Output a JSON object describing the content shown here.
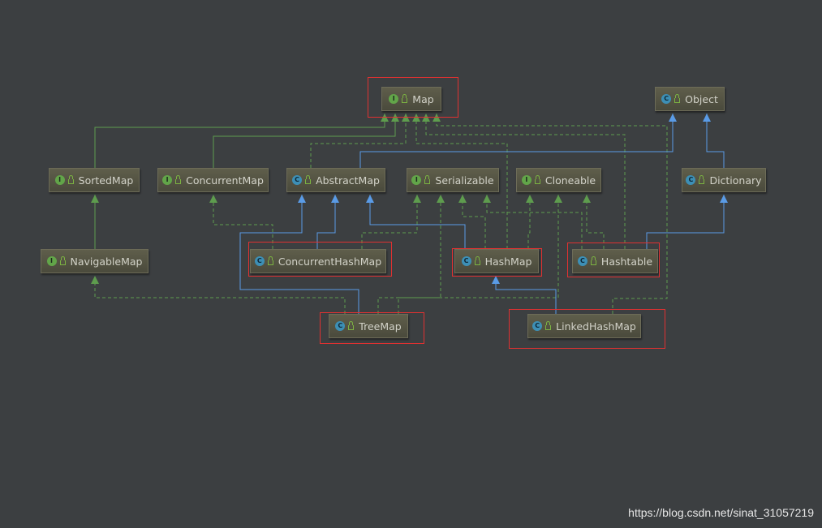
{
  "colors": {
    "background": "#3c3f41",
    "extends_line": "#5a9be6",
    "implements_line": "#5e9c4e",
    "highlight": "#e03131"
  },
  "nodes": [
    {
      "id": "map",
      "label": "Map",
      "kind": "interface",
      "icon": "interface-icon"
    },
    {
      "id": "object",
      "label": "Object",
      "kind": "class",
      "icon": "class-icon"
    },
    {
      "id": "sortedmap",
      "label": "SortedMap",
      "kind": "interface",
      "icon": "interface-icon"
    },
    {
      "id": "concurrentmap",
      "label": "ConcurrentMap",
      "kind": "interface",
      "icon": "interface-icon"
    },
    {
      "id": "abstractmap",
      "label": "AbstractMap",
      "kind": "class",
      "icon": "abstract-class-icon"
    },
    {
      "id": "serializable",
      "label": "Serializable",
      "kind": "interface",
      "icon": "interface-icon"
    },
    {
      "id": "cloneable",
      "label": "Cloneable",
      "kind": "interface",
      "icon": "interface-icon"
    },
    {
      "id": "dictionary",
      "label": "Dictionary",
      "kind": "class",
      "icon": "abstract-class-icon"
    },
    {
      "id": "navigablemap",
      "label": "NavigableMap",
      "kind": "interface",
      "icon": "interface-icon"
    },
    {
      "id": "concurrenthashmap",
      "label": "ConcurrentHashMap",
      "kind": "class",
      "icon": "class-icon"
    },
    {
      "id": "hashmap",
      "label": "HashMap",
      "kind": "class",
      "icon": "class-icon"
    },
    {
      "id": "hashtable",
      "label": "Hashtable",
      "kind": "class",
      "icon": "class-icon"
    },
    {
      "id": "treemap",
      "label": "TreeMap",
      "kind": "class",
      "icon": "class-icon"
    },
    {
      "id": "linkedhashmap",
      "label": "LinkedHashMap",
      "kind": "class",
      "icon": "class-icon"
    }
  ],
  "highlighted": [
    "map",
    "concurrenthashmap",
    "hashmap",
    "hashtable",
    "treemap",
    "linkedhashmap"
  ],
  "edges": [
    {
      "from": "sortedmap",
      "to": "map",
      "type": "implements"
    },
    {
      "from": "concurrentmap",
      "to": "map",
      "type": "implements"
    },
    {
      "from": "abstractmap",
      "to": "map",
      "type": "implements"
    },
    {
      "from": "hashmap",
      "to": "map",
      "type": "implements"
    },
    {
      "from": "hashtable",
      "to": "map",
      "type": "implements"
    },
    {
      "from": "linkedhashmap",
      "to": "map",
      "type": "implements"
    },
    {
      "from": "abstractmap",
      "to": "object",
      "type": "extends"
    },
    {
      "from": "dictionary",
      "to": "object",
      "type": "extends"
    },
    {
      "from": "navigablemap",
      "to": "sortedmap",
      "type": "implements"
    },
    {
      "from": "concurrenthashmap",
      "to": "concurrentmap",
      "type": "implements"
    },
    {
      "from": "concurrenthashmap",
      "to": "abstractmap",
      "type": "extends"
    },
    {
      "from": "concurrenthashmap",
      "to": "serializable",
      "type": "implements"
    },
    {
      "from": "hashmap",
      "to": "abstractmap",
      "type": "extends"
    },
    {
      "from": "hashmap",
      "to": "serializable",
      "type": "implements"
    },
    {
      "from": "hashmap",
      "to": "cloneable",
      "type": "implements"
    },
    {
      "from": "hashtable",
      "to": "dictionary",
      "type": "extends"
    },
    {
      "from": "hashtable",
      "to": "serializable",
      "type": "implements"
    },
    {
      "from": "hashtable",
      "to": "cloneable",
      "type": "implements"
    },
    {
      "from": "treemap",
      "to": "abstractmap",
      "type": "extends"
    },
    {
      "from": "treemap",
      "to": "navigablemap",
      "type": "implements"
    },
    {
      "from": "treemap",
      "to": "serializable",
      "type": "implements"
    },
    {
      "from": "treemap",
      "to": "cloneable",
      "type": "implements"
    },
    {
      "from": "linkedhashmap",
      "to": "hashmap",
      "type": "extends"
    }
  ],
  "watermark": "https://blog.csdn.net/sinat_31057219"
}
